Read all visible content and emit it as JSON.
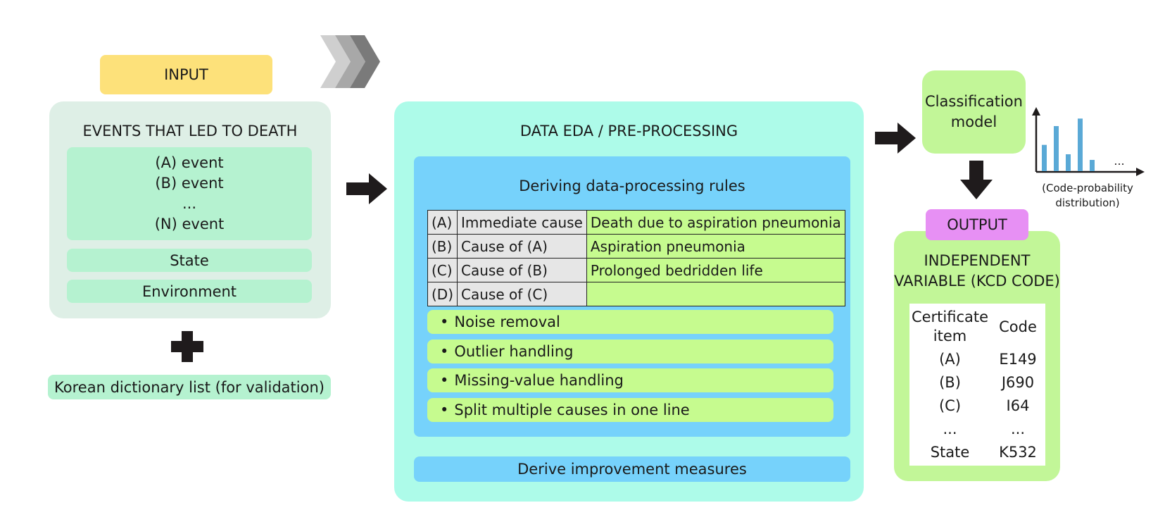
{
  "input": {
    "label": "INPUT",
    "events_title": "EVENTS THAT LED TO DEATH",
    "events": [
      "(A) event",
      "(B) event",
      "...",
      "(N) event"
    ],
    "state": "State",
    "environment": "Environment",
    "dictionary": "Korean dictionary list (for validation)"
  },
  "eda": {
    "title": "DATA EDA / PRE-PROCESSING",
    "rules_title": "Deriving data-processing rules",
    "rules_table": [
      [
        "(A)",
        "Immediate cause",
        "Death due to aspiration pneumonia"
      ],
      [
        "(B)",
        "Cause of (A)",
        "Aspiration pneumonia"
      ],
      [
        "(C)",
        "Cause of (B)",
        "Prolonged bedridden life"
      ],
      [
        "(D)",
        "Cause of (C)",
        ""
      ]
    ],
    "bullet": "•",
    "steps": [
      "Noise removal",
      "Outlier handling",
      "Missing-value handling",
      "Split multiple causes in one line"
    ],
    "improvement": "Derive improvement measures"
  },
  "model": {
    "lines": [
      "Classification",
      "model"
    ],
    "distribution_bars": [
      0.28,
      0.48,
      0.18,
      0.56,
      0.12
    ],
    "distribution_ellipsis": "...",
    "caption": [
      "(Code-probability",
      "distribution)"
    ]
  },
  "output": {
    "label": "OUTPUT",
    "title": [
      "INDEPENDENT",
      "VARIABLE (KCD CODE)"
    ],
    "table_header": [
      "Certificate",
      "item",
      "Code"
    ],
    "table_rows": [
      [
        "(A)",
        "E149"
      ],
      [
        "(B)",
        "J690"
      ],
      [
        "(C)",
        "I64"
      ],
      [
        "...",
        "..."
      ],
      [
        "State",
        "K532"
      ]
    ]
  },
  "colors": {
    "input_label": "#fde17a",
    "input_panel": "#deefe6",
    "event_box": "#b5f2d0",
    "eda_panel": "#adfbe9",
    "rules_panel": "#76d2fb",
    "step_box": "#c6fb8f",
    "model_box": "#c2f698",
    "output_label": "#e790f4",
    "chart_bar": "#5aa9d6",
    "arrow": "#1f1b1c"
  }
}
